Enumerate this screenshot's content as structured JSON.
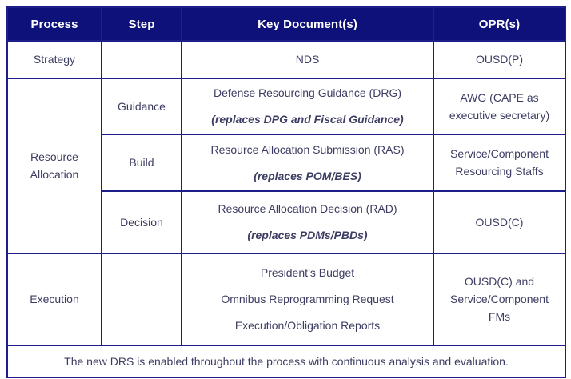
{
  "table": {
    "columns": [
      {
        "key": "process",
        "label": "Process"
      },
      {
        "key": "step",
        "label": "Step"
      },
      {
        "key": "document",
        "label": "Key Document(s)"
      },
      {
        "key": "opr",
        "label": "OPR(s)"
      }
    ],
    "rows": [
      {
        "id": "strategy",
        "process": "Strategy",
        "step": "",
        "documents": [
          "NDS"
        ],
        "documents_italic": [],
        "opr_lines": [
          "OUSD(P)"
        ]
      },
      {
        "id": "guidance",
        "process": "Resource Allocation",
        "step": "Guidance",
        "documents": [
          "Defense Resourcing Guidance (DRG)"
        ],
        "documents_italic": [
          "(replaces DPG and Fiscal Guidance)"
        ],
        "opr_lines": [
          "AWG (CAPE as",
          "executive secretary)"
        ]
      },
      {
        "id": "build",
        "process": "",
        "step": "Build",
        "documents": [
          "Resource Allocation Submission (RAS)"
        ],
        "documents_italic": [
          "(replaces POM/BES)"
        ],
        "opr_lines": [
          "Service/Component",
          "Resourcing Staffs"
        ]
      },
      {
        "id": "decision",
        "process": "",
        "step": "Decision",
        "documents": [
          "Resource Allocation Decision (RAD)"
        ],
        "documents_italic": [
          "(replaces PDMs/PBDs)"
        ],
        "opr_lines": [
          "OUSD(C)"
        ]
      },
      {
        "id": "execution",
        "process": "Execution",
        "step": "",
        "documents": [
          "President’s Budget",
          "Omnibus Reprogramming Request",
          "Execution/Obligation Reports"
        ],
        "documents_italic": [],
        "opr_lines": [
          "OUSD(C) and",
          "Service/Component",
          "FMs"
        ]
      }
    ],
    "process_group_labels": {
      "resource_allocation_line1": "Resource",
      "resource_allocation_line2": "Allocation"
    },
    "footer_note": "The new DRS is enabled throughout the process with continuous analysis and evaluation."
  },
  "colors": {
    "header_bg": "#0d1179",
    "header_text": "#ffffff",
    "border": "#1f1f8c",
    "body_text": "#3d3d63",
    "page_bg": "#ffffff"
  }
}
